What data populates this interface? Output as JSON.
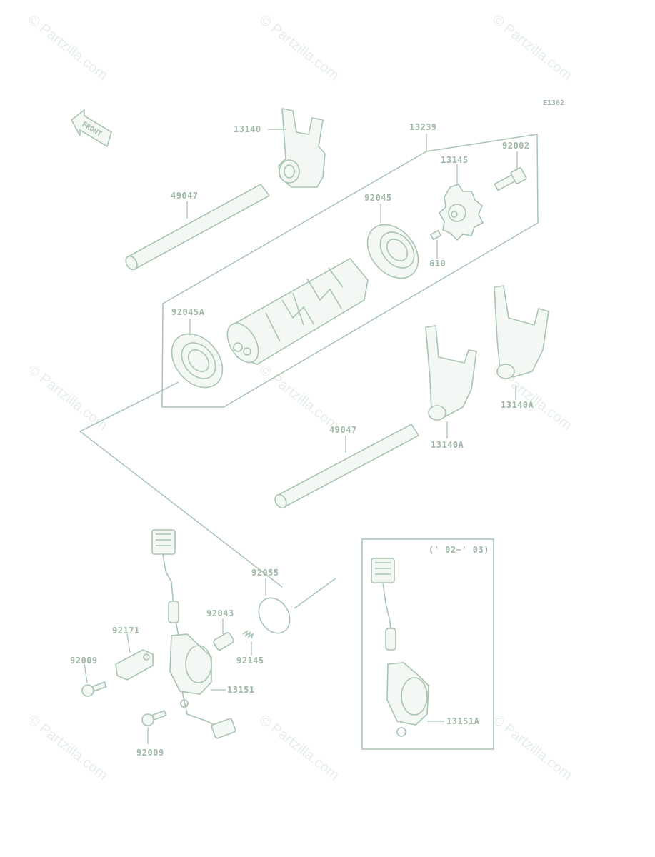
{
  "diagram": {
    "code": "E1362",
    "front_label": "FRONT",
    "watermark": "© Partzilla.com",
    "inset_label": "(' 02~' 03)",
    "parts": {
      "p13140": "13140",
      "p13239": "13239",
      "p92002": "92002",
      "p13145": "13145",
      "p49047_top": "49047",
      "p92045": "92045",
      "p610": "610",
      "p92045A": "92045A",
      "p13140A_a": "13140A",
      "p13140A_b": "13140A",
      "p49047_bot": "49047",
      "p92055": "92055",
      "p92043": "92043",
      "p92171": "92171",
      "p92145": "92145",
      "p92009_a": "92009",
      "p13151": "13151",
      "p92009_b": "92009",
      "p13151A": "13151A"
    }
  }
}
